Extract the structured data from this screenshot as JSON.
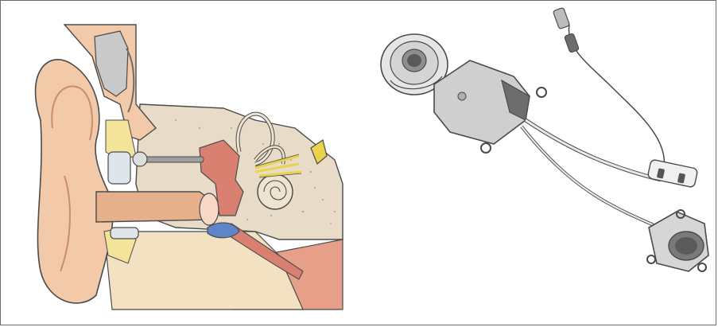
{
  "figure": {
    "panels": [
      {
        "id": "ear-cross-section",
        "icon": "ear-anatomy-illustration"
      },
      {
        "id": "implant-device",
        "icon": "implant-device-illustration"
      }
    ],
    "colors": {
      "skin": "#f2c9a9",
      "skin_dark": "#e7b08d",
      "bone": "#e8dcc8",
      "bone_speckle": "#b9a993",
      "tissue_red": "#e29c86",
      "fat_yellow": "#f4e49a",
      "nerve_yellow": "#e8d34b",
      "device_grey": "#c9c9c9",
      "device_dark": "#6d6d6d",
      "outline": "#4a4a4a",
      "blue_cavity": "#5f84c8"
    }
  }
}
